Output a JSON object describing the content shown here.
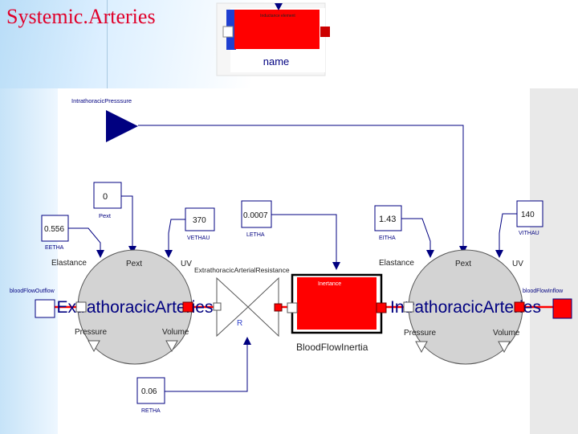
{
  "slide": {
    "title": "Systemic.Arteries"
  },
  "icon": {
    "top_label": "Inductance element",
    "name": "name"
  },
  "colors": {
    "title_red": "#e0002a",
    "block_red": "#ff0000",
    "navy": "#000080",
    "circle_gray": "#d3d3d3"
  },
  "diagram": {
    "intrathoracic_pressure_label": "IntrathoracicPresssure",
    "left_compartment": {
      "name": "ExtrathoracicArteries",
      "elastance_label": "Elastance",
      "pext_label": "Pext",
      "uv_label": "UV",
      "pressure_label": "Pressure",
      "volume_label": "Volume"
    },
    "right_compartment": {
      "name": "IntrathoracicArteries",
      "elastance_label": "Elastance",
      "pext_label": "Pext",
      "uv_label": "UV",
      "pressure_label": "Pressure",
      "volume_label": "Volume"
    },
    "resistance": {
      "name": "ExtrathoracicArterialResistance",
      "port_label": "R"
    },
    "inertia": {
      "name": "BloodFlowInertia",
      "inner_label": "Inertance"
    },
    "constants": {
      "pext": {
        "value": "0",
        "label": "Pext"
      },
      "eetha": {
        "value": "0.556",
        "label": "EETHA"
      },
      "vethau": {
        "value": "370",
        "label": "VETHAU"
      },
      "letha": {
        "value": "0.0007",
        "label": "LETHA"
      },
      "eitha": {
        "value": "1.43",
        "label": "EITHA"
      },
      "vithau": {
        "value": "140",
        "label": "VITHAU"
      },
      "retha": {
        "value": "0.06",
        "label": "RETHA"
      }
    },
    "ports": {
      "outflow": "bloodFlowOutflow",
      "inflow": "bloodFlowInflow"
    }
  }
}
